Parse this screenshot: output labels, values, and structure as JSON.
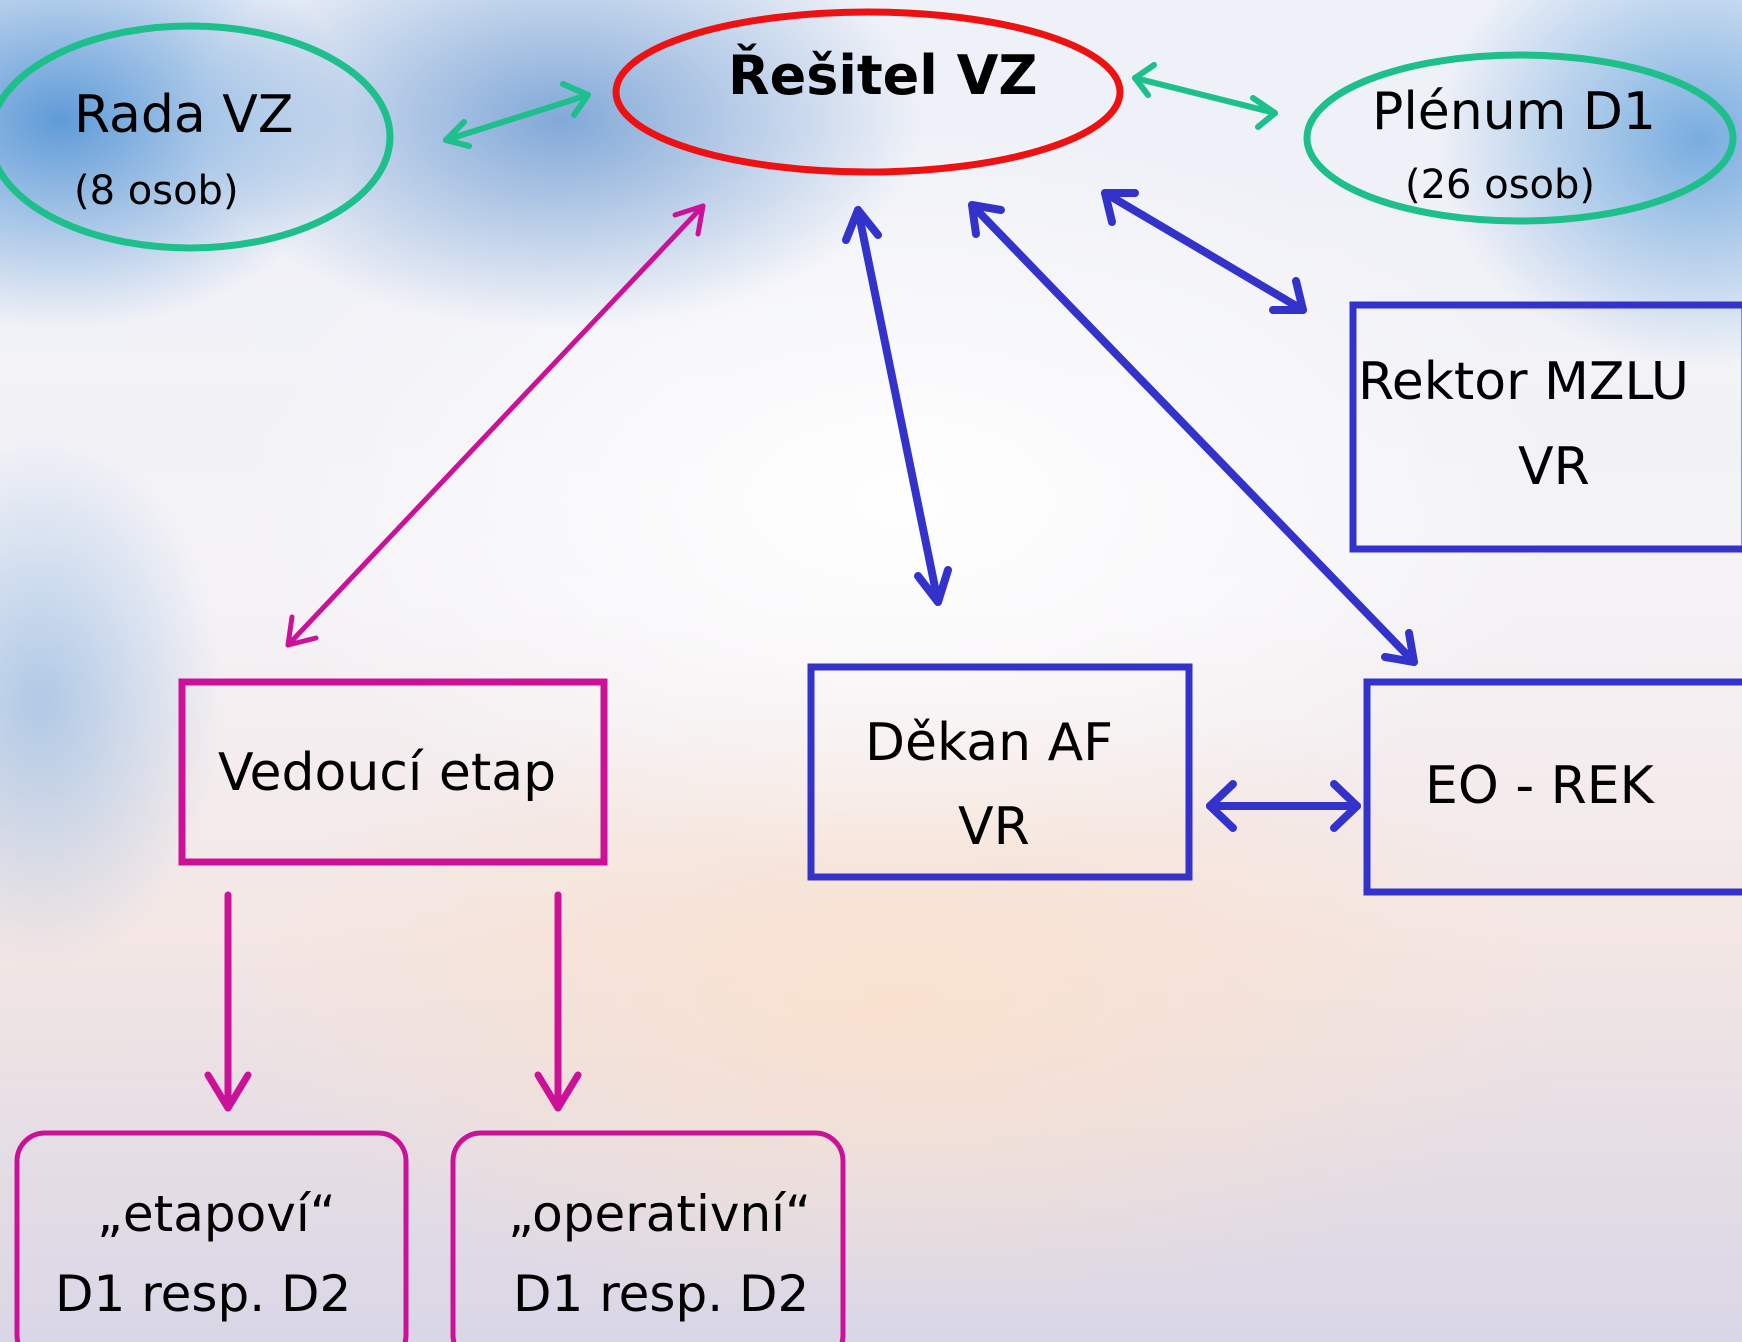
{
  "nodes": {
    "resitel": {
      "title": "Řešitel   VZ"
    },
    "rada": {
      "title": "Rada VZ",
      "subtitle": "(8 osob)"
    },
    "plenum": {
      "title": "Plénum D1",
      "subtitle": "(26 osob)"
    },
    "rektor": {
      "line1": "Rektor MZLU",
      "line2": "VR"
    },
    "vedouci": {
      "title": "Vedoucí etap"
    },
    "dekan": {
      "line1": "Děkan AF",
      "line2": "VR"
    },
    "eo": {
      "title": "EO - REK"
    },
    "etapovi": {
      "line1": "„etapoví“",
      "line2": "D1 resp. D2"
    },
    "operativni": {
      "line1": "„operativní“",
      "line2": "D1 resp. D2"
    }
  },
  "colors": {
    "green": "#1dbf8a",
    "red": "#ee1111",
    "blue": "#3333cc",
    "magenta": "#cc1199"
  }
}
